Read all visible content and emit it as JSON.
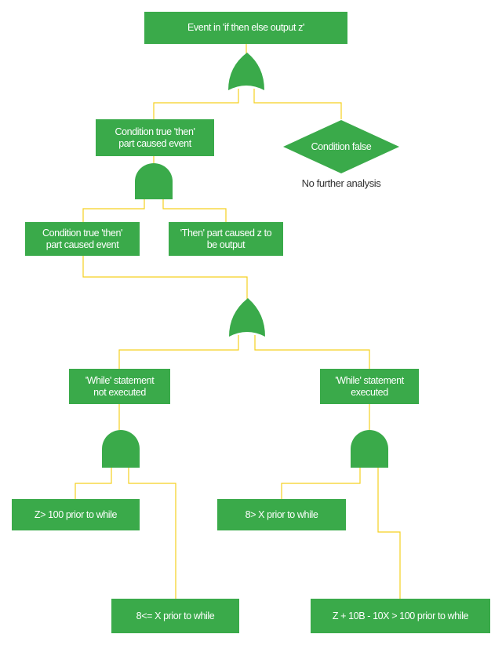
{
  "colors": {
    "fill": "#3aaa4a",
    "connector": "#f5d020",
    "text_on_fill": "#ffffff"
  },
  "nodes": {
    "top_event": "Event in 'if then else output z'",
    "then_caused_1": "Condition true 'then'\npart caused event",
    "condition_false": "Condition false",
    "no_further": "No further analysis",
    "then_caused_2": "Condition true 'then'\npart caused event",
    "then_output": "'Then' part caused z to\nbe output",
    "while_not_executed": "'While' statement\nnot executed",
    "while_executed": "'While' statement\nexecuted",
    "z_gt_100": "Z> 100 prior to while",
    "eight_le_x": "8<= X prior to while",
    "eight_gt_x": "8> X prior to while",
    "z_expr": "Z + 10B - 10X > 100 prior to while"
  },
  "gates": [
    {
      "id": "or-gate-1",
      "kind": "or"
    },
    {
      "id": "and-gate-1",
      "kind": "and"
    },
    {
      "id": "or-gate-2",
      "kind": "or"
    },
    {
      "id": "and-gate-2",
      "kind": "and"
    },
    {
      "id": "and-gate-3",
      "kind": "and"
    }
  ]
}
